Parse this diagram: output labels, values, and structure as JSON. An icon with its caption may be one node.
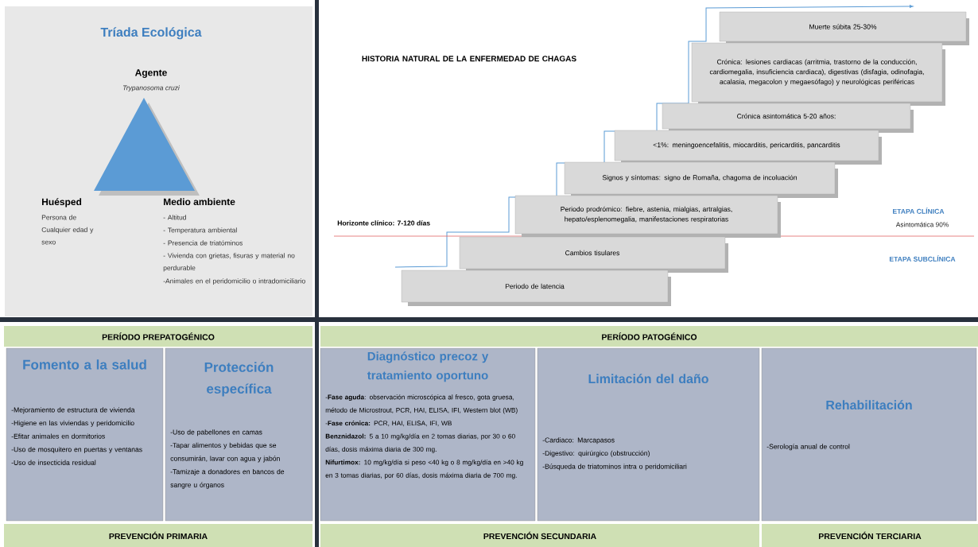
{
  "diagram": {
    "nodes": [
      {
        "text": [
          "Muerte súbita 25-30%"
        ]
      },
      {
        "text": [
          "Crónica: lesiones cardiacas (arritmia, trastorno de la conducción, cardiomegalia, insuficiencia cardiaca), digestivas (disfagia, odinofagia, acalasia, megacolon y megaesófago) y neurológicas periféricas"
        ]
      },
      {
        "text": [
          "Crónica asintomática 5-20 años:"
        ]
      },
      {
        "text": [
          "<1%: meningoencefalitis, miocarditis, pericarditis, pancarditis"
        ]
      },
      {
        "text": [
          "Signos y síntomas: signo de Romaña, chagoma de incoluación"
        ]
      },
      {
        "text": [
          "Periodo prodrómico:  fiebre, astenia, mialgias, artralgias, hepato/esplenomegalia, manifestaciones respiratorias"
        ]
      },
      {
        "text": [
          "Cambios tisulares"
        ]
      },
      {
        "text": [
          "Periodo de latencia"
        ]
      },
      {
        "text": [
          "PERÍODO PREPATOGÉNICO"
        ]
      },
      {
        "text": [
          "Fomento a la salud",
          "-Mejoramiento de estructura de vivienda",
          "-Higiene en las viviendas y peridomicilio",
          "-Efitar animales en dormitorios",
          "-Uso de mosquitero en puertas y ventanas",
          "-Uso de insecticida residual"
        ]
      },
      {
        "text": [
          "Protección específica",
          "-Uso de pabellones en camas",
          "-Tapar alimentos y bebidas que se consumirán, lavar con agua y jabón",
          "-Tamizaje a donadores en bancos de sangre u órganos"
        ]
      },
      {
        "text": [
          "PERÍODO PATOGÉNICO"
        ]
      },
      {
        "text": [
          "Diagnóstico precoz y tratamiento oportuno",
          "-**Fase aguda**: observación microscópica al fresco, gota gruesa, método de Microstrout, PCR, HAI, ELISA, IFI, Western blot (WB)",
          "-**Fase crónica:** PCR, HAI, ELISA, IFI, WB",
          "**Benznidazol:** 5 a 10 mg/kg/día en 2 tomas diarias, por 30 o 60 días, dosis máxima diaria de 300 mg.",
          "**Nifurtimox:** 10 mg/kg/día si peso <40 kg o 8 mg/kg/día en >40 kg en 3 tomas diarias, por 60 días, dosis máxima diaria de 700 mg."
        ]
      },
      {
        "text": [
          "Limitación del daño",
          "-Cardiaco: Marcapasos",
          "-Digestivo: quirúrgico (obstrucción)",
          "-Búsqueda de triatominos intra o peridomiciliari"
        ]
      },
      {
        "text": [
          "Rehabilitación",
          "-Serología anual de control"
        ]
      },
      {
        "text": [
          "PREVENCIÓN PRIMARIA"
        ]
      },
      {
        "text": [
          "PREVENCIÓN SECUNDARIA"
        ]
      },
      {
        "text": [
          "PREVENCIÓN TERCIARIA"
        ]
      }
    ],
    "labels": [
      "Tríada Ecológica",
      "Agente",
      "Trypanosoma cruzi",
      "Huésped",
      "Persona de Cualquier edad y sexo",
      "Medio ambiente",
      "- Altitud",
      "- Temperatura ambiental",
      "- Presencia de triatóminos",
      "- Vivienda con grietas, fisuras y material no perdurable",
      "-Animales en el peridomicilio o intradomiciliario",
      "HISTORIA NATURAL DE LA ENFERMEDAD DE CHAGAS",
      "Horizonte clínico: 7-120 días",
      "ETAPA CLÍNICA",
      "Asintomática 90%",
      "ETAPA SUBCLÍNICA"
    ]
  }
}
